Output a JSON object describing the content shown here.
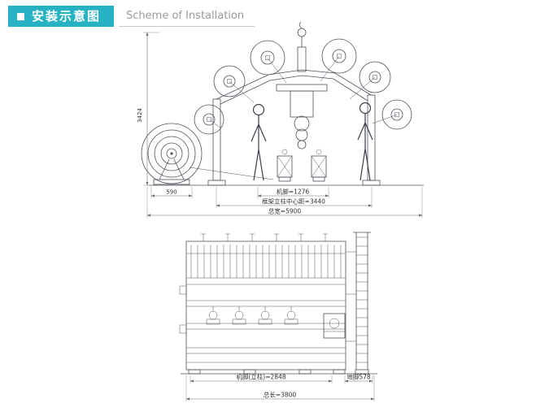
{
  "header": {
    "title_cn": "安装示意图",
    "title_en": "Scheme of Installation",
    "accent_color": "#26b2c3",
    "underline_color": "#c8c8c8"
  },
  "drawing": {
    "line_color": "#4d525c",
    "dimension_color": "#6a6e76",
    "front_view": {
      "height_label": "3424",
      "roll_offset_label": "590",
      "machine_foot_label": "机脚=1276",
      "frame_column_label": "框架立柱中心距=3440",
      "total_width_label": "总宽=5900"
    },
    "side_view": {
      "machine_foot_label": "机脚(立柱)=2848",
      "anchor_foot_label": "地脚578",
      "total_length_label": "总长=3800"
    }
  }
}
